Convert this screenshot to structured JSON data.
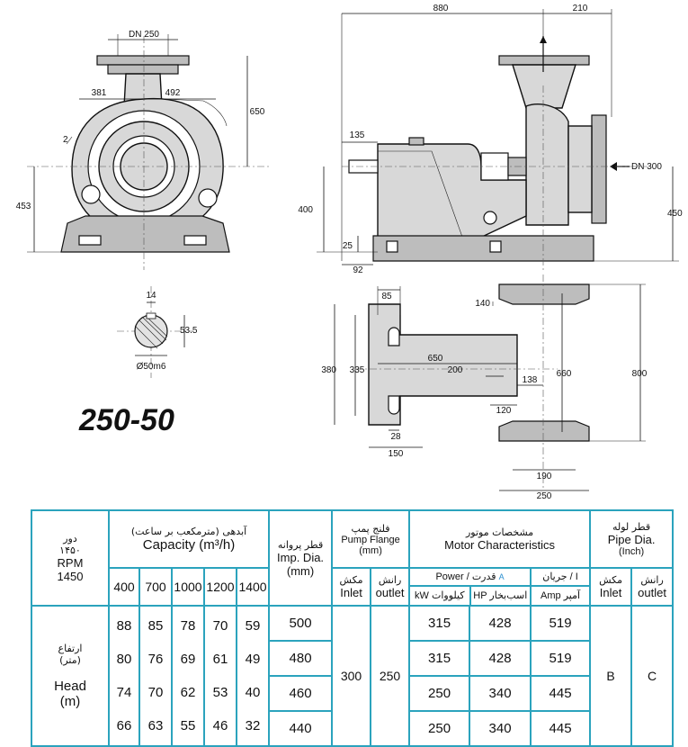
{
  "model": "250-50",
  "dimensions": {
    "dn_outlet": "DN 250",
    "dn_inlet": "DN 300",
    "d381": "381",
    "d492": "492",
    "d650": "650",
    "d453": "453",
    "d880": "880",
    "d210": "210",
    "d135": "135",
    "d400": "400",
    "d25": "25",
    "d92": "92",
    "d450": "450",
    "shaft_key": "14",
    "shaft_h": "53.5",
    "shaft_d": "Ø50m6",
    "b85": "85",
    "b380": "380",
    "b335": "335",
    "b650": "650",
    "b200": "200",
    "b138": "138",
    "b120": "120",
    "b28": "28",
    "b150": "150",
    "b140": "140",
    "b660": "660",
    "b800": "800",
    "b190": "190",
    "b250": "250"
  },
  "table": {
    "rpm_fa": "دور",
    "rpm_fa_num": "۱۴۵۰",
    "rpm_en": "RPM",
    "rpm_num": "1450",
    "capacity_fa": "آبدهی (مترمکعب بر ساعت)",
    "capacity_en": "Capacity (m³/h)",
    "capacities": [
      "400",
      "700",
      "1000",
      "1200",
      "1400"
    ],
    "imp_fa": "قطر پروانه",
    "imp_en": "Imp. Dia.",
    "imp_unit": "(mm)",
    "flange_fa": "فلنج پمپ",
    "flange_en": "Pump Flange",
    "flange_unit": "(mm)",
    "inlet_fa": "مکش",
    "outlet_fa": "رانش",
    "inlet_en": "Inlet",
    "outlet_en": "outlet",
    "motor_fa": "مشخصات موتور",
    "motor_en": "Motor Characteristics",
    "power_label": "Power  /  قدرت",
    "power_mark": "A",
    "current_label": "جریان  /  I",
    "kw_label": "kW",
    "kw_fa": "کیلووات",
    "hp_label": "HP",
    "hp_fa": "اسب‌بخار",
    "amp_label": "Amp",
    "amp_fa": "آمپر",
    "pipe_fa": "قطر لوله",
    "pipe_en": "Pipe Dia.",
    "pipe_unit": "(Inch)",
    "head_fa": "ارتفاع",
    "head_fa_unit": "(متر)",
    "head_en": "Head",
    "head_unit": "(m)",
    "rows": [
      {
        "heads": [
          "88",
          "85",
          "78",
          "70",
          "59"
        ],
        "imp": "500",
        "kw": "315",
        "hp": "428",
        "amp": "519"
      },
      {
        "heads": [
          "80",
          "76",
          "69",
          "61",
          "49"
        ],
        "imp": "480",
        "kw": "315",
        "hp": "428",
        "amp": "519"
      },
      {
        "heads": [
          "74",
          "70",
          "62",
          "53",
          "40"
        ],
        "imp": "460",
        "kw": "250",
        "hp": "340",
        "amp": "445"
      },
      {
        "heads": [
          "66",
          "63",
          "55",
          "46",
          "32"
        ],
        "imp": "440",
        "kw": "250",
        "hp": "340",
        "amp": "445"
      }
    ],
    "flange_inlet": "300",
    "flange_outlet": "250",
    "pipe_inlet": "B",
    "pipe_outlet": "C"
  },
  "colors": {
    "table_border": "#2ba3bd",
    "marker_blue": "#2a8fd0"
  }
}
